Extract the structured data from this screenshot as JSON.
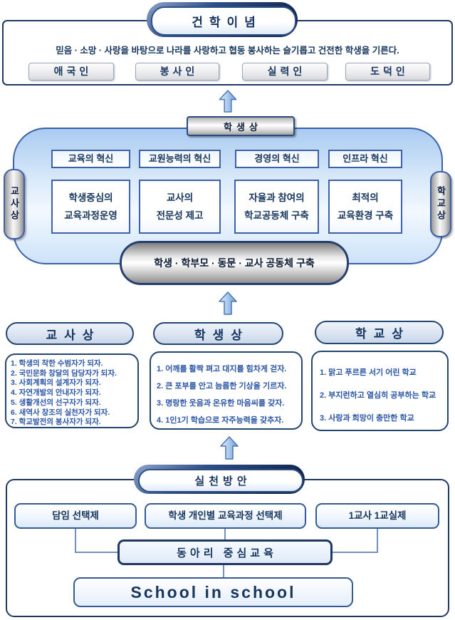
{
  "founding": {
    "title": "건학이념",
    "motto": "믿음 · 소망 · 사랑을 바탕으로 나라를 사랑하고 협동 봉사하는 슬기롭고 건전한 학생을 기른다.",
    "persons": [
      "애국인",
      "봉사인",
      "실력인",
      "도덕인"
    ]
  },
  "panel": {
    "top_label": "학생상",
    "left_label": "교사상",
    "right_label": "학교상",
    "columns": [
      {
        "header": "교육의 혁신",
        "line1": "학생중심의",
        "line2": "교육과정운영"
      },
      {
        "header": "교원능력의 혁신",
        "line1": "교사의",
        "line2": "전문성 제고"
      },
      {
        "header": "경영의 혁신",
        "line1": "자율과 참여의",
        "line2": "학교공동체 구축"
      },
      {
        "header": "인프라 혁신",
        "line1": "최적의",
        "line2": "교육환경 구축"
      }
    ],
    "banner": "학생 · 학부모 · 동문 · 교사 공동체 구축"
  },
  "ideals": {
    "teacher": {
      "title": "교사상",
      "items": [
        "1. 학생의 착한 수범자가 되자.",
        "2. 국민문화 창달의 담당자가 되자.",
        "3. 사회계획의 설계자가 되자.",
        "4. 자연개발의 안내자가 되자.",
        "5. 생활개선의 선구자가 되자.",
        "6. 새역사 창조의 실천자가 되자.",
        "7. 학교발전의 봉사자가 되자."
      ]
    },
    "student": {
      "title": "학생상",
      "items": [
        "1. 어깨를 활짝 펴고 대지를 힘차게 걷자.",
        "2. 큰 포부를 안고 늠름한 기상을 기르자.",
        "3. 명랑한 웃음과 온유한 마음씨를 갖자.",
        "4. 1인1기 학습으로 자주능력을 갖추자."
      ]
    },
    "school": {
      "title": "학교상",
      "items": [
        "1. 맑고 푸르른 서기 어린 학교",
        "2. 부지런하고 열심히 공부하는 학교",
        "3. 사랑과 희망이 충만한 학교"
      ]
    }
  },
  "action": {
    "title": "실천방안",
    "options": [
      "담임 선택제",
      "학생 개인별 교육과정 선택제",
      "1교사 1교실제"
    ],
    "club": "동아리 중심교육",
    "school_in_school": "School in school"
  },
  "colors": {
    "navy": "#17365d",
    "panel_border": "#3c61a8",
    "panel_fill_top": "#a9cbf1",
    "arrow_fill": "#a8c8ec",
    "list_text": "#2a55a5"
  }
}
